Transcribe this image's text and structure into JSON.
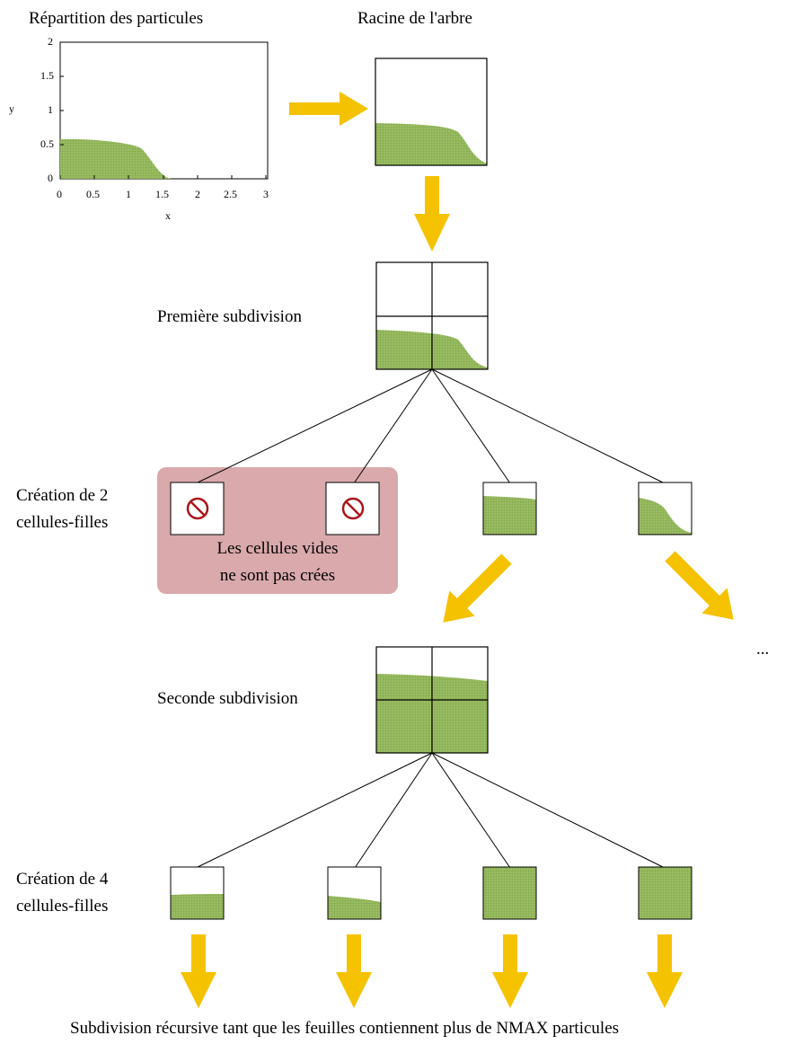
{
  "plot": {
    "title": "Répartition des particules",
    "xlabel": "x",
    "ylabel": "y",
    "xticks": [
      "0",
      "0.5",
      "1",
      "1.5",
      "2",
      "2.5",
      "3"
    ],
    "yticks": [
      "0",
      "0.5",
      "1",
      "1.5",
      "2"
    ]
  },
  "root_label": "Racine de l'arbre",
  "first_subdivision_label": "Première subdivision",
  "creation_2_label": [
    "Création de 2",
    "cellules-filles"
  ],
  "empty_cells_note": [
    "Les cellules vides",
    "ne sont pas crées"
  ],
  "ellipsis": "...",
  "second_subdivision_label": "Seconde subdivision",
  "creation_4_label": [
    "Création de 4",
    "cellules-filles"
  ],
  "footer_text": "Subdivision récursive tant que les feuilles contiennent plus de NMAX particules",
  "colors": {
    "particles": "#8db255",
    "arrow": "#f5c200",
    "empty_zone": "#d9a9ac",
    "forbidden_icon": "#a8161b"
  }
}
